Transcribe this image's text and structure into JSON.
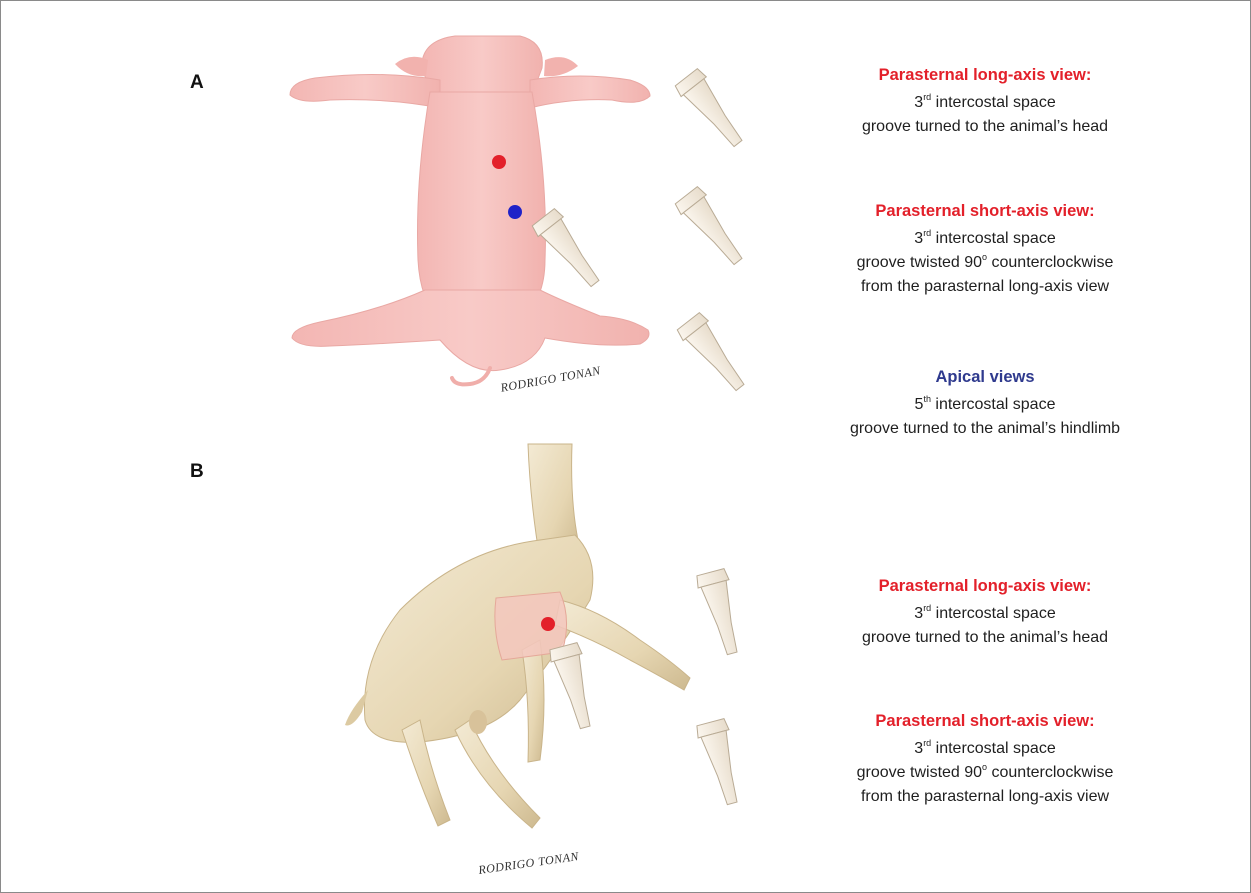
{
  "panels": {
    "a": {
      "label": "A",
      "signature": "RODRIGO TONAN",
      "views": [
        {
          "title": "Parasternal long-axis view:",
          "color": "#e3202a",
          "lines": [
            {
              "num": "3",
              "sup": "rd",
              "rest": " intercostal space"
            },
            {
              "text": "groove turned to the animal’s head"
            }
          ]
        },
        {
          "title": "Parasternal short-axis view:",
          "color": "#e3202a",
          "lines": [
            {
              "num": "3",
              "sup": "rd",
              "rest": " intercostal space"
            },
            {
              "pre": "groove twisted 90",
              "sup": "o",
              "rest": " counterclockwise"
            },
            {
              "text": "from the parasternal long-axis view"
            }
          ]
        },
        {
          "title": "Apical views",
          "color": "#2f3a8e",
          "lines": [
            {
              "num": "5",
              "sup": "th",
              "rest": " intercostal space"
            },
            {
              "text": "groove turned to the animal’s hindlimb"
            }
          ]
        }
      ]
    },
    "b": {
      "label": "B",
      "signature": "RODRIGO TONAN",
      "views": [
        {
          "title": "Parasternal long-axis view:",
          "color": "#e3202a",
          "lines": [
            {
              "num": "3",
              "sup": "rd",
              "rest": " intercostal space"
            },
            {
              "text": "groove turned to the animal’s head"
            }
          ]
        },
        {
          "title": "Parasternal short-axis view:",
          "color": "#e3202a",
          "lines": [
            {
              "num": "3",
              "sup": "rd",
              "rest": " intercostal space"
            },
            {
              "pre": "groove twisted 90",
              "sup": "o",
              "rest": " counterclockwise"
            },
            {
              "text": "from the parasternal long-axis view"
            }
          ]
        }
      ]
    }
  },
  "colors": {
    "marker_red": "#e3202a",
    "marker_blue": "#1f22c8",
    "pig_skin": "#f6c2c0",
    "goat_coat": "#e9dcbc",
    "probe": "#f4ecdf"
  }
}
